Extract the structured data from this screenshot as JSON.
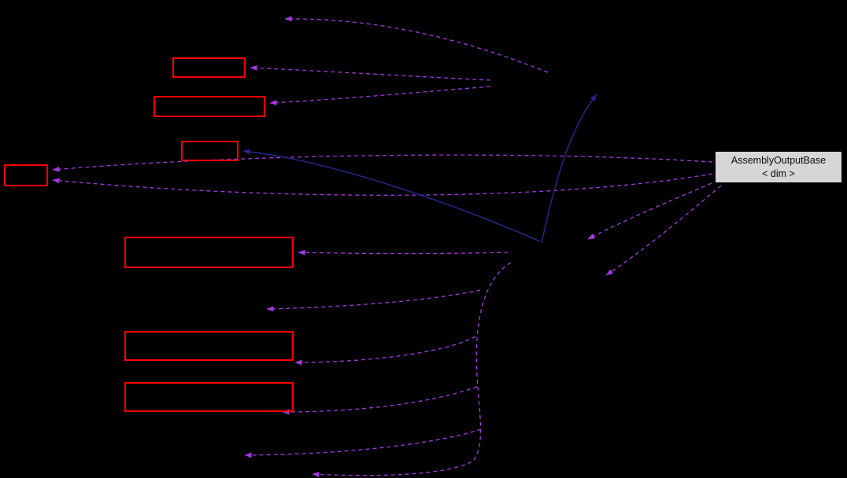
{
  "diagram": {
    "kind": "class-collaboration-graph",
    "main_node": {
      "line1": "AssemblyOutputBase",
      "line2": "< dim >"
    }
  },
  "colors": {
    "bg": "#000000",
    "node-border": "#ff0000",
    "main-fill": "#d6d6d6",
    "main-border": "#000000",
    "main-text": "#0a0a0a",
    "edge-usage": "#a339e0",
    "edge-inherit": "#26268c"
  }
}
